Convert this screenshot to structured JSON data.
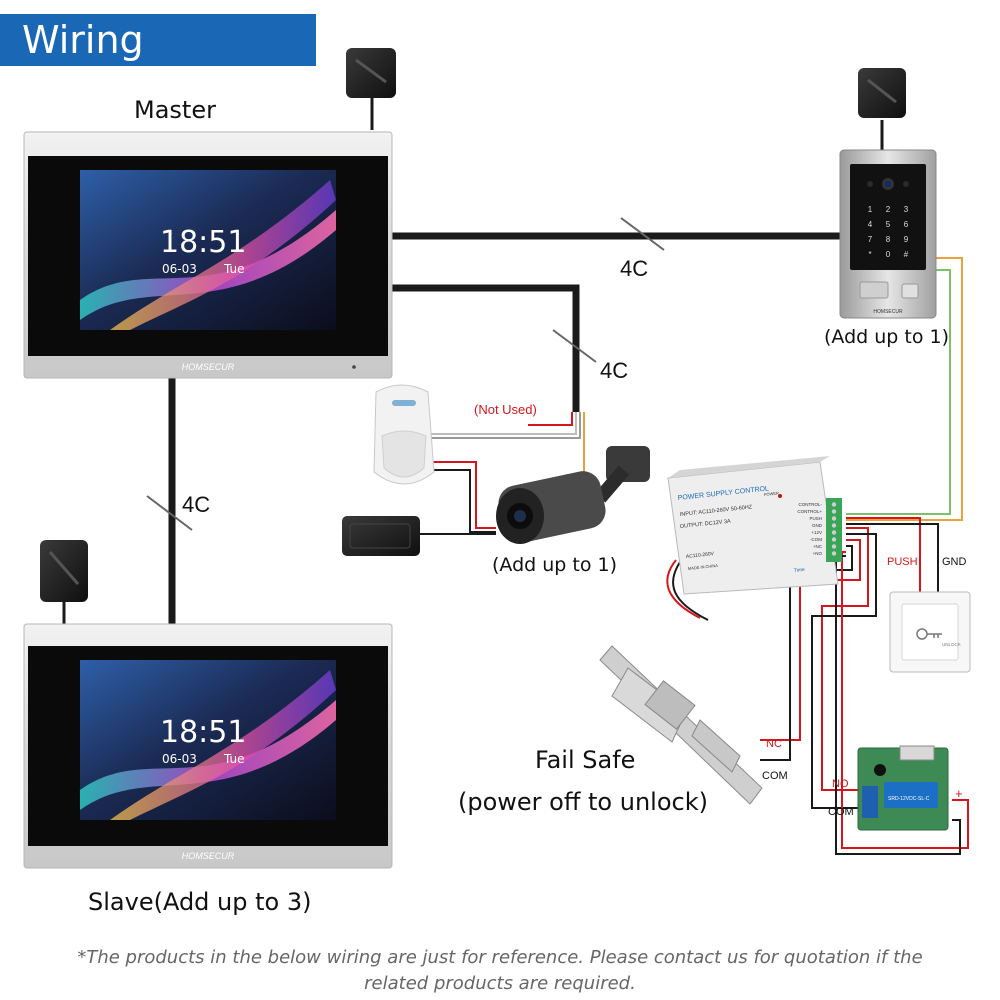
{
  "title": "Wiring Diagram",
  "labels": {
    "master": "Master",
    "slave": "Slave(Add up to 3)",
    "doorbell_note": "(Add up to 1)",
    "camera_note": "(Add up to 1)",
    "fail_safe": "Fail Safe",
    "fail_safe_note": "(power off to unlock)",
    "not_used": "(Not Used)",
    "push": "PUSH",
    "gnd": "GND",
    "nc": "NC",
    "com_lock": "COM",
    "no": "NO",
    "com_relay": "COM",
    "plus": "+",
    "minus": "-"
  },
  "cable_tags": {
    "master_doorbell": "4C",
    "master_camera": "4C",
    "master_slave": "4C"
  },
  "monitor": {
    "time": "18:51",
    "date": "06-03",
    "day": "Tue",
    "brand": "HOMSECUR"
  },
  "doorbell": {
    "brand": "HOMSECUR",
    "keys": [
      "1",
      "2",
      "3",
      "4",
      "5",
      "6",
      "7",
      "8",
      "9",
      "*",
      "0",
      "#"
    ]
  },
  "power_supply": {
    "title": "POWER SUPPLY CONTROL",
    "power_led": "POWER",
    "input": "INPUT: AC110-260V 50-60HZ",
    "output": "OUTPUT: DC12V 3A",
    "ac": "AC110-260V",
    "made_in": "MADE IN CHINA",
    "time": "Time",
    "terminals": [
      "CONTROL-",
      "CONTROL+",
      "PUSH",
      "GND",
      "+12V",
      "-COM",
      "+NC",
      "+NO"
    ]
  },
  "exit_button": {
    "text": "UNLOCK"
  },
  "relay": {
    "text": "SRD-12VDC-SL-C"
  },
  "footnote": "*The products in the below wiring are just for reference. Please contact us for quotation if the related products are required.",
  "colors": {
    "accent": "#1a67b6",
    "wire_red": "#d6161c",
    "wire_black": "#1a1a1a",
    "wire_orange": "#e8a33c",
    "wire_green": "#7cc06a",
    "wire_white": "#bdbdbd",
    "pcb_green": "#3d8a55"
  }
}
